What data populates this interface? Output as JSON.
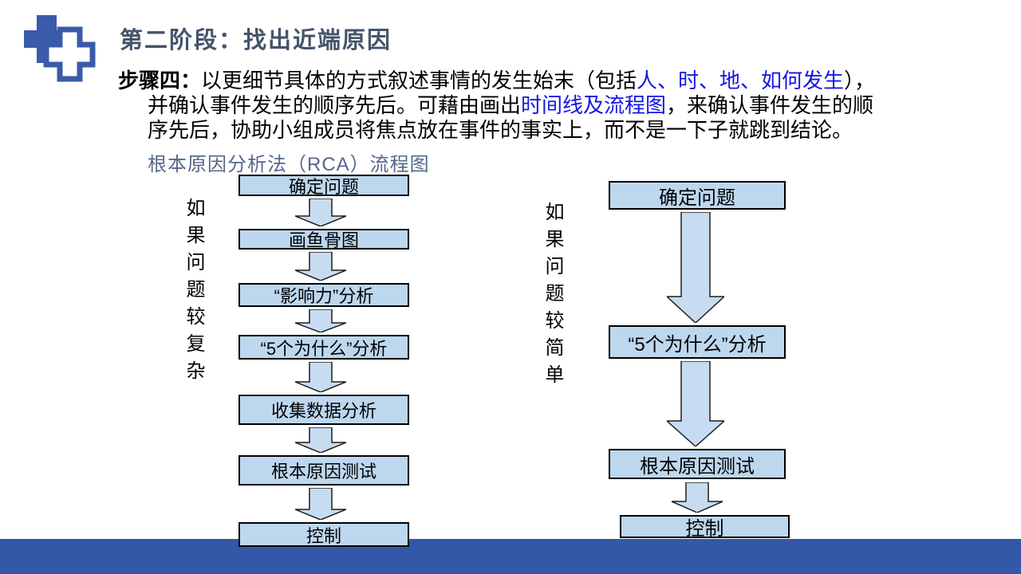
{
  "slide": {
    "title": "第二阶段：找出近端原因",
    "paragraph": {
      "step_label": "步骤四：",
      "l1_black": "以更细节具体的方式叙述事情的发生始末（包括",
      "l1_blue": "人、时、地、如何发生",
      "l1_tail": "），",
      "l2_black": "并确认事件发生的顺序先后。可藉由画出",
      "l2_blue": "时间线及流程图",
      "l2_tail": "，来确认事件发生的顺",
      "l3": "序先后，协助小组成员将焦点放在事件的事实上，而不是一下子就跳到结论。"
    },
    "caption": "根本原因分析法（RCA）流程图"
  },
  "flow_left": {
    "condition_label": "如果问题较复杂",
    "steps": [
      "确定问题",
      "画鱼骨图",
      "“影响力”分析",
      "“5个为什么”分析",
      "收集数据分析",
      "根本原因测试",
      "控制"
    ]
  },
  "flow_right": {
    "condition_label": "如果问题较简单",
    "steps": [
      "确定问题",
      "“5个为什么”分析",
      "根本原因测试",
      "控制"
    ]
  },
  "icons": {
    "logo": "medical-crosses-logo",
    "arrow": "down-block-arrow"
  },
  "colors": {
    "title_text": "#44546A",
    "caption_text": "#54688A",
    "highlight_blue": "#1515E6",
    "box_fill": "#BDD7EE",
    "box_border": "#000000",
    "arrow_fill": "#C7DCF1",
    "logo_blue": "#3A5BA9",
    "footer_bar": "#3458A8"
  }
}
